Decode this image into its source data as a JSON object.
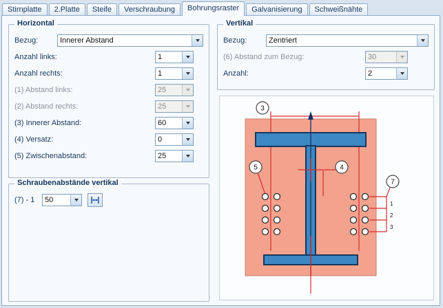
{
  "tabs": [
    {
      "label": "Stirnplatte",
      "active": false
    },
    {
      "label": "2.Platte",
      "active": false
    },
    {
      "label": "Steife",
      "active": false
    },
    {
      "label": "Verschraubung",
      "active": false
    },
    {
      "label": "Bohrungsraster",
      "active": true
    },
    {
      "label": "Galvanisierung",
      "active": false
    },
    {
      "label": "Schweißnähte",
      "active": false
    }
  ],
  "horizontal": {
    "title": "Horizontal",
    "bezug": {
      "label": "Bezug:",
      "value": "Innerer Abstand"
    },
    "rows": [
      {
        "label": "Anzahl links:",
        "value": "1",
        "disabled": false
      },
      {
        "label": "Anzahl rechts:",
        "value": "1",
        "disabled": false
      },
      {
        "label": "(1) Abstand links:",
        "value": "25",
        "disabled": true
      },
      {
        "label": "(2) Abstand rechts:",
        "value": "25",
        "disabled": true
      },
      {
        "label": "(3) Innerer Abstand:",
        "value": "60",
        "disabled": false
      },
      {
        "label": "(4) Versatz:",
        "value": "0",
        "disabled": false
      },
      {
        "label": "(5) Zwischenabstand:",
        "value": "25",
        "disabled": false
      }
    ]
  },
  "vertikal": {
    "title": "Vertikal",
    "bezug": {
      "label": "Bezug:",
      "value": "Zentriert"
    },
    "rows": [
      {
        "label": "(6) Abstand zum Bezug:",
        "value": "30",
        "disabled": true
      },
      {
        "label": "Anzahl:",
        "value": "2",
        "disabled": false
      }
    ]
  },
  "schrauben": {
    "title": "Schraubenabstände vertikal",
    "row_label": "(7) - 1",
    "value": "50"
  },
  "diagram": {
    "callouts": {
      "c3": "3",
      "c4": "4",
      "c5": "5",
      "c7": "7"
    },
    "row_labels": [
      "1",
      "2",
      "3"
    ]
  },
  "colors": {
    "label_text": "#15365f",
    "plate": "#f2a28d",
    "beam_fill": "#3d87c2",
    "beam_outline": "#17375e",
    "dimension_red": "#d92b2b",
    "centerline_navy": "#1a2f66"
  }
}
